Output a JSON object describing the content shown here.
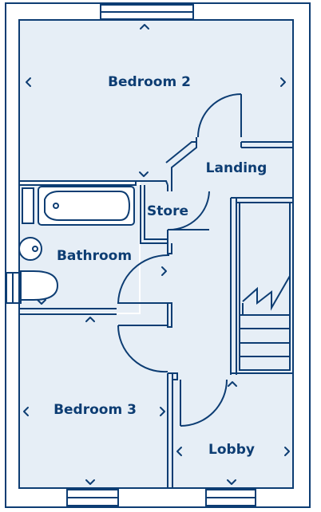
{
  "colors": {
    "wall": "#0d3d73",
    "room_fill": "#e6eef6",
    "outside": "#ffffff"
  },
  "rooms": {
    "bedroom2": {
      "label": "Bedroom 2"
    },
    "landing": {
      "label": "Landing"
    },
    "store": {
      "label": "Store"
    },
    "bathroom": {
      "label": "Bathroom"
    },
    "bedroom3": {
      "label": "Bedroom 3"
    },
    "lobby": {
      "label": "Lobby"
    }
  },
  "markers": {
    "chevron_up": "^",
    "chevron_down": "v",
    "chevron_left": "<",
    "chevron_right": ">"
  }
}
